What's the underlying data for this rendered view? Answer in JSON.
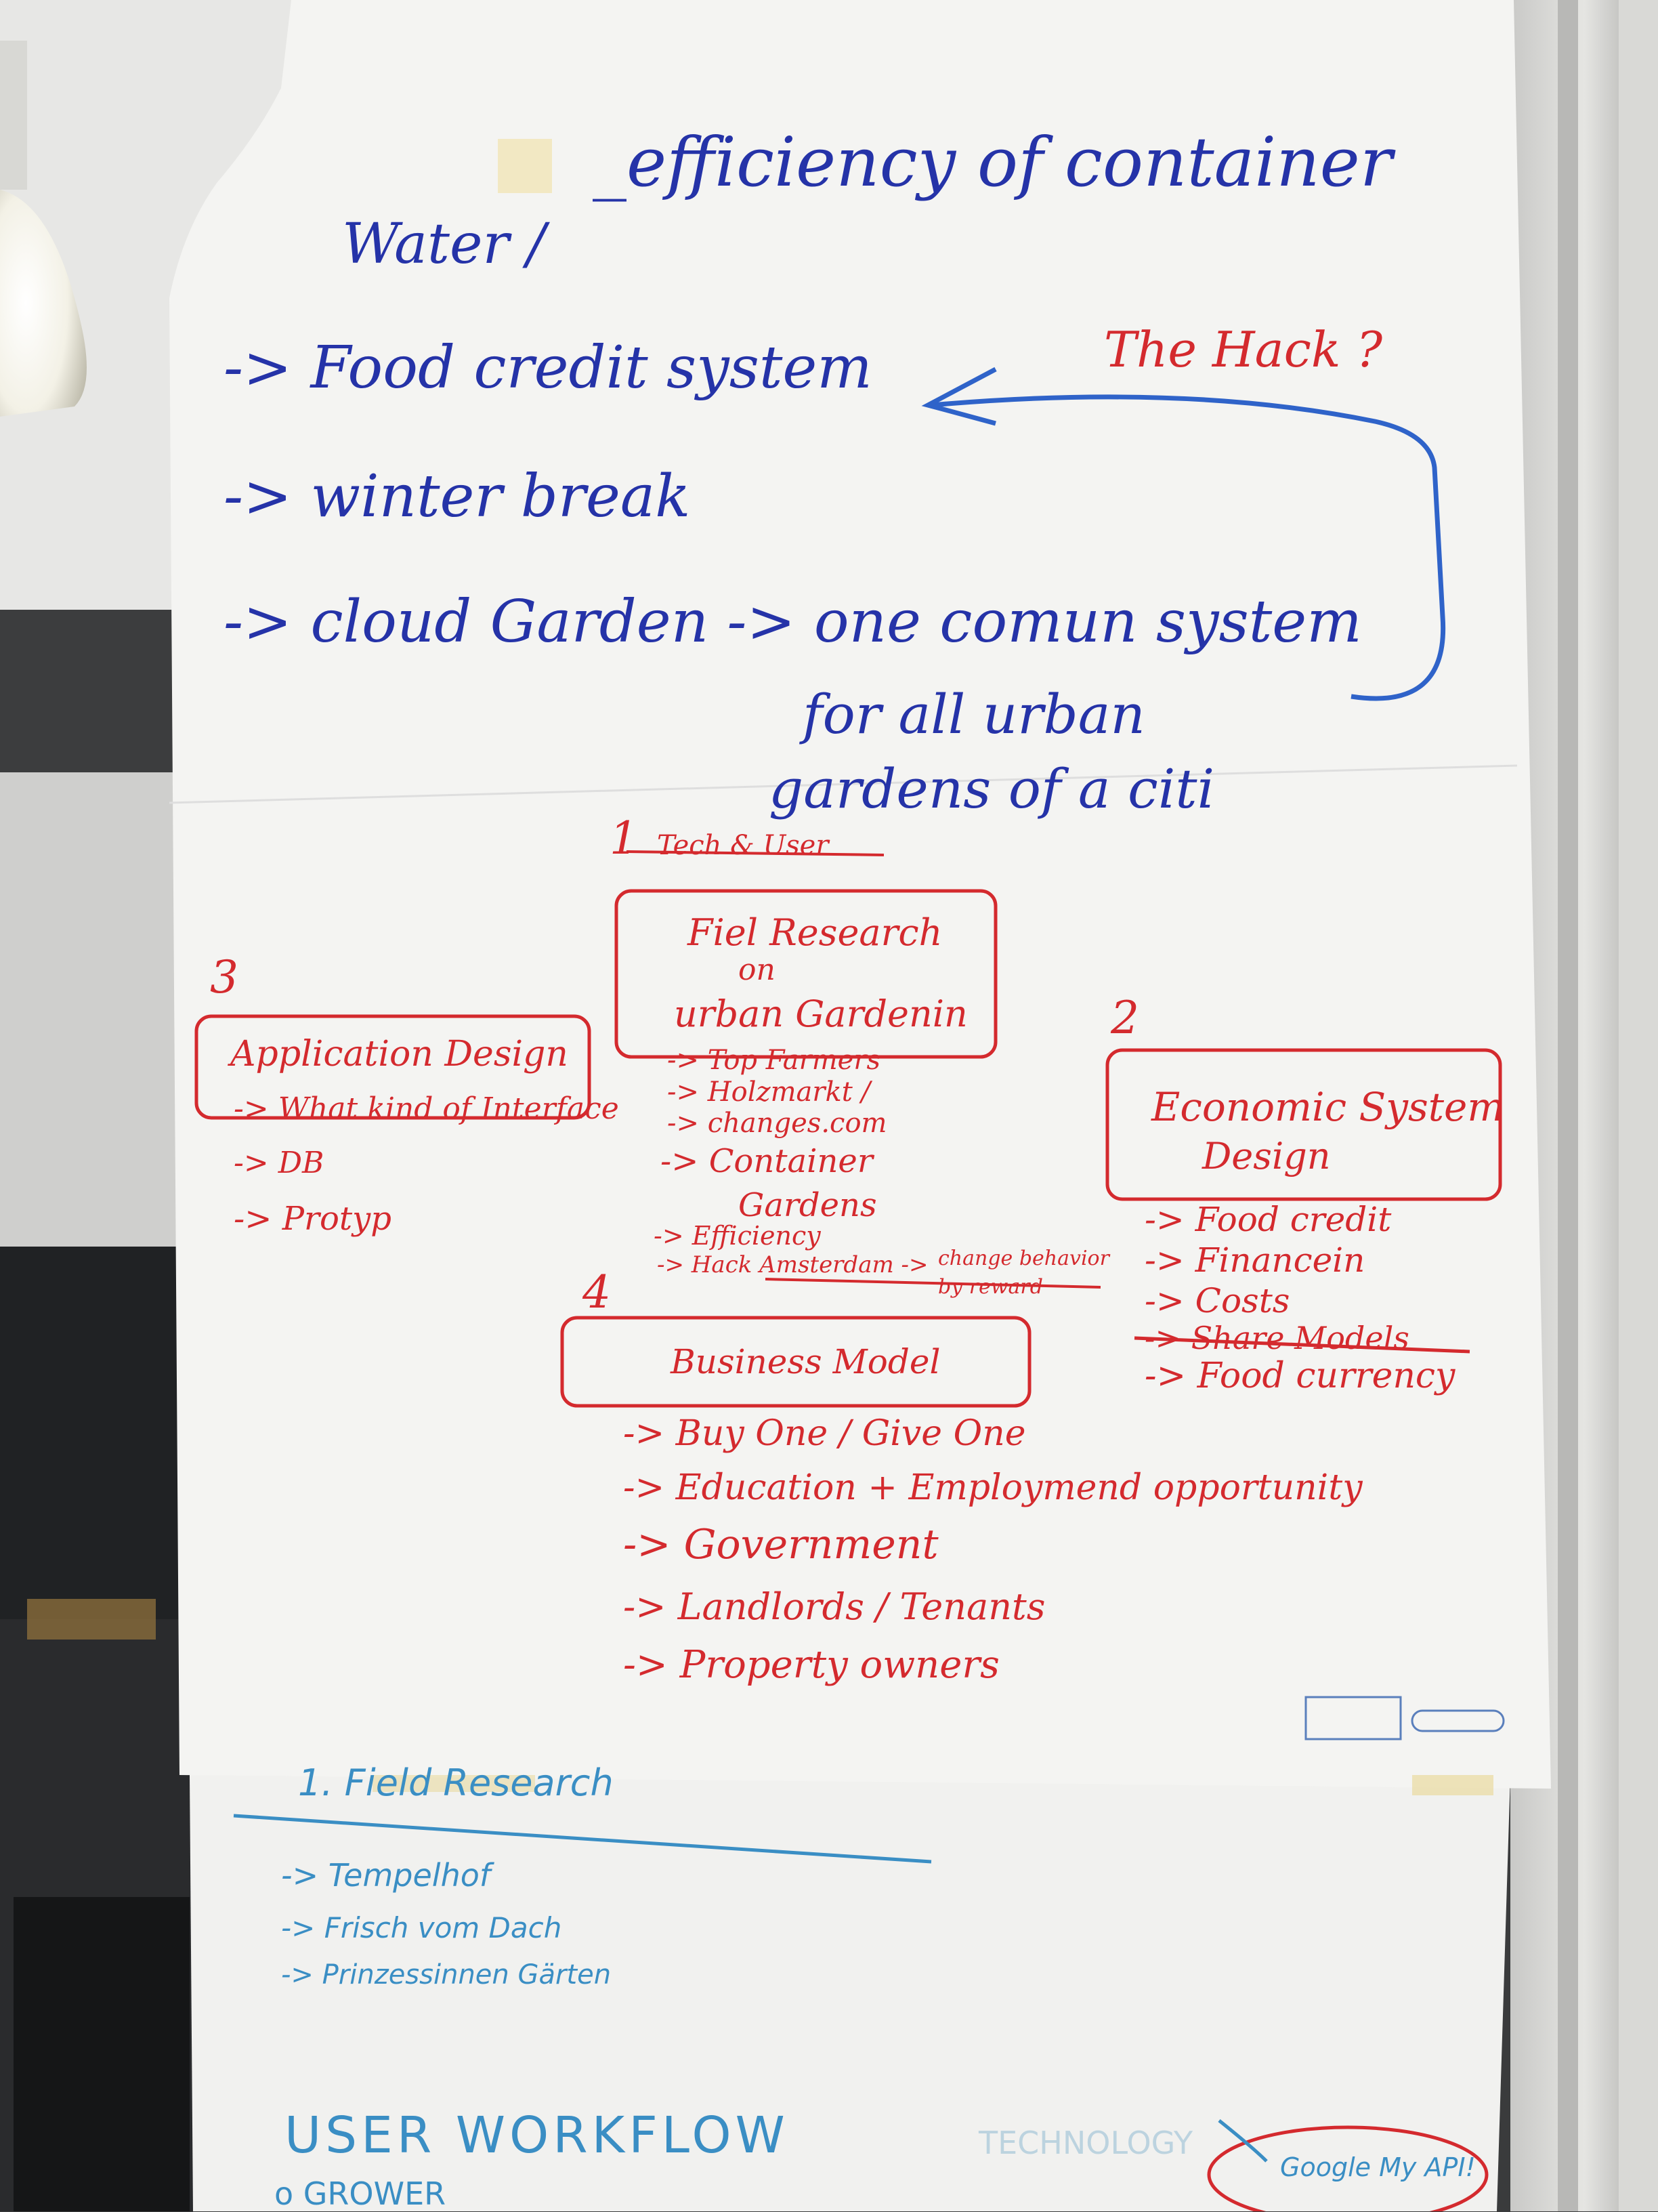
{
  "top_sheet": {
    "blue_notes": {
      "efficiency": "_efficiency of container",
      "water": "Water /",
      "item1": "-> Food credit system",
      "item2": "-> winter break",
      "item3": "-> cloud Garden -> one comun system",
      "line2": "for all urban",
      "line3": "gardens of a citi"
    },
    "hack_label": "The Hack ?",
    "section1": {
      "number": "1",
      "subtitle": "Tech & User",
      "box_lines": [
        "Fiel Research",
        "on",
        "urban Gardenin"
      ],
      "bullets": [
        "-> Top Farmers",
        "-> Holzmarkt /",
        "-> changes.com",
        "-> Container",
        "Gardens",
        "-> Efficiency",
        "-> Hack Amsterdam ->"
      ],
      "side_note": [
        "change behavior",
        "by reward"
      ]
    },
    "section2": {
      "number": "2",
      "box_lines": [
        "Economic System",
        "Design"
      ],
      "bullets": [
        "-> Food credit",
        "-> Financein",
        "-> Costs",
        "-> Share Models",
        "-> Food currency"
      ]
    },
    "section3": {
      "number": "3",
      "box_lines": [
        "Application Design"
      ],
      "bullets": [
        "-> What kind of Interface",
        "-> DB",
        "-> Protyp"
      ]
    },
    "section4": {
      "number": "4",
      "box_lines": [
        "Business Model"
      ],
      "bullets": [
        "-> Buy One / Give One",
        "-> Education + Employmend opportunity",
        "-> Government",
        "-> Landlords / Tenants",
        "-> Property owners"
      ]
    }
  },
  "bottom_sheet": {
    "header": "1. Field Research",
    "items": [
      "-> Tempelhof",
      "-> Frisch vom Dach",
      "-> Prinzessinnen Gärten"
    ],
    "workflow": "USER WORKFLOW",
    "grower": "o GROWER",
    "technology": "TECHNOLOGY",
    "api": "Google My API!"
  },
  "colors": {
    "paper": "#f4f4f2",
    "blue_marker": "#2533a8",
    "red_marker": "#d42a2e",
    "teal_marker": "#3a8ec4"
  }
}
